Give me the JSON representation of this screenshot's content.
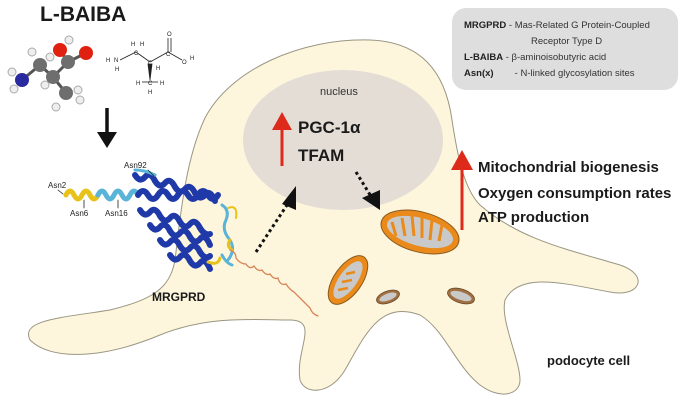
{
  "title": "L-BAIBA",
  "legend": {
    "entries": [
      {
        "term": "MRGPRD",
        "separator": "-",
        "definition": "Mas-Related G Protein-Coupled",
        "definition_cont": "Receptor Type D"
      },
      {
        "term": "L-BAIBA",
        "separator": "-",
        "definition": "β-aminoisobutyric acid"
      },
      {
        "term": "Asn(x)",
        "separator": "-",
        "definition": "N-linked glycosylation sites"
      }
    ]
  },
  "molecule": {
    "name": "L-BAIBA",
    "ball_and_stick_colors": {
      "carbon": "#6e6e6e",
      "oxygen": "#e02010",
      "nitrogen": "#2a2aa0",
      "hydrogen": "#eeeeee"
    },
    "structural_formula_atoms": [
      "H",
      "N",
      "H",
      "H",
      "C",
      "H",
      "C",
      "H",
      "C",
      "O",
      "O",
      "H",
      "H",
      "C",
      "H",
      "H"
    ]
  },
  "receptor": {
    "label": "MRGPRD",
    "glycosylation_sites": [
      "Asn2",
      "Asn6",
      "Asn16",
      "Asn92"
    ]
  },
  "nucleus": {
    "label": "nucleus",
    "upregulated": [
      "PGC-1α",
      "TFAM"
    ]
  },
  "effects": {
    "direction": "up",
    "items": [
      "Mitochondrial biogenesis",
      "Oxygen consumption rates",
      "ATP production"
    ]
  },
  "cell_label": "podocyte cell",
  "colors": {
    "cell_fill": "#fdf6dc",
    "cell_outline": "#9a9682",
    "nucleus_fill": "#e3ddd6",
    "legend_fill": "#dedede",
    "up_arrow": "#dd2a1b",
    "mito_outer": "#e98a1a",
    "mito_inner": "#c9c9c9",
    "mito_small_outer": "#a07040",
    "helix_dark": "#1f3aa8",
    "helix_light": "#5ab4d8",
    "helix_yellow": "#e8c21a",
    "coil_orange": "#d8845a"
  }
}
